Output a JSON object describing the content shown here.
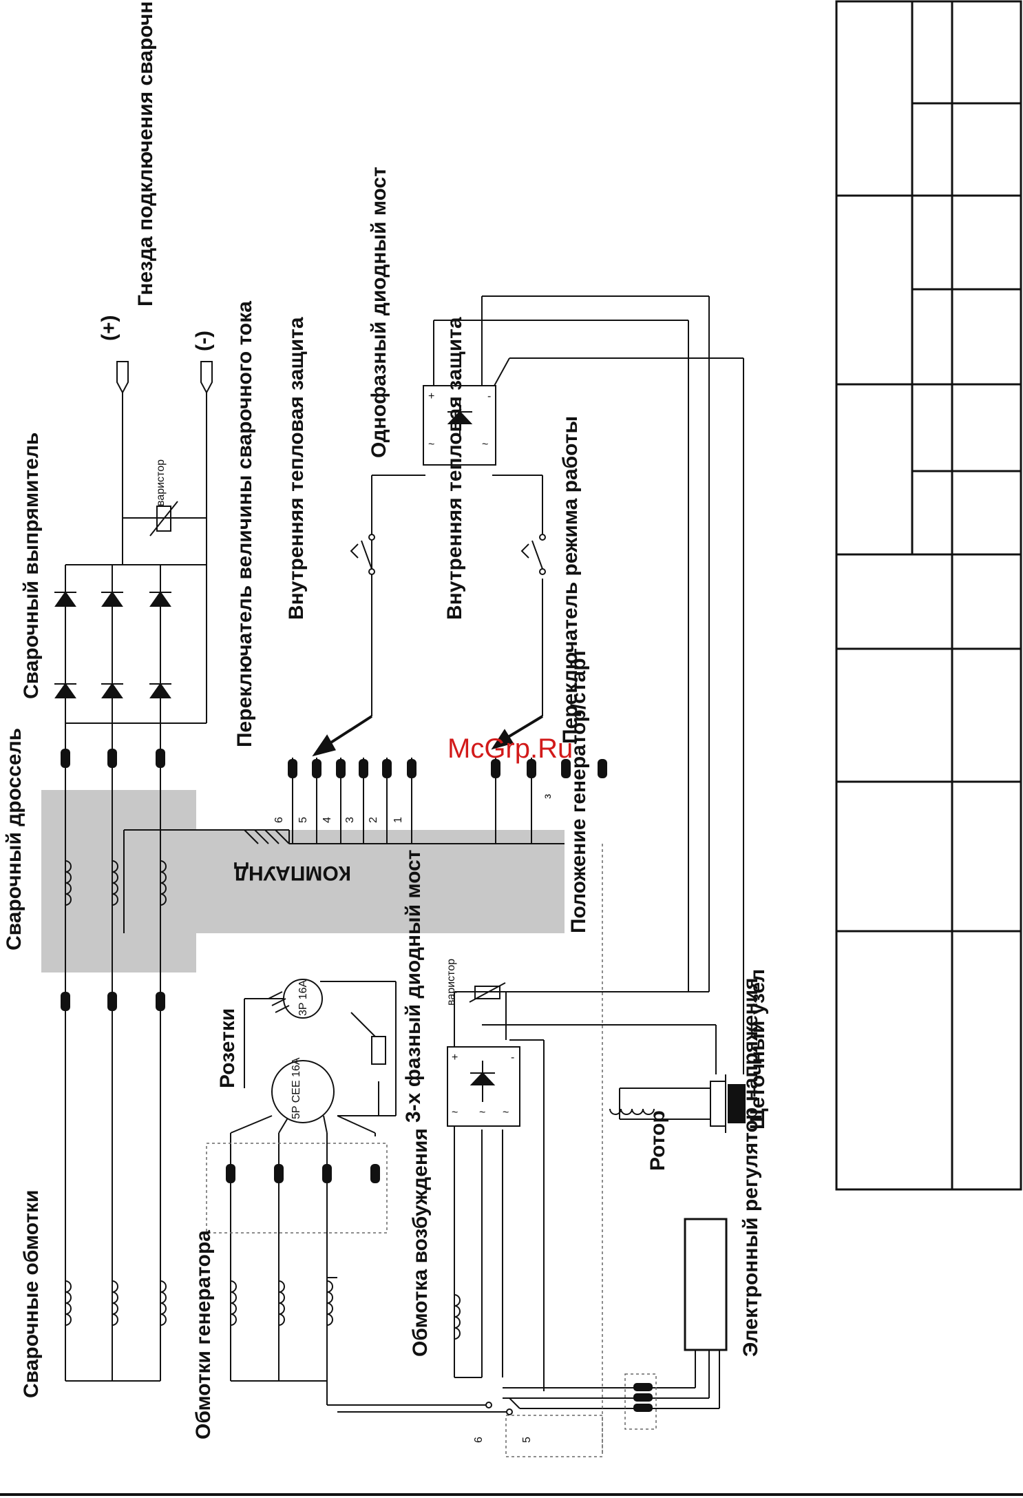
{
  "labels": {
    "sockets_title": "Гнезда подключения сварочных кабелей",
    "plus": "(+)",
    "minus": "(-)",
    "varistor_top": "варистор",
    "single_phase_bridge": "Однофазный диодный мост",
    "welding_rectifier": "Сварочный выпрямитель",
    "thermal_protection_1": "Внутренняя тепловая защита",
    "thermal_protection_2": "Внутренняя тепловая защита",
    "current_switch": "Переключатель величины сварочного тока",
    "mode_switch": "Переключатель режима работы",
    "welding_choke": "Сварочный дроссель",
    "compound": "КОМПАУНД",
    "gen_start_position": "Положение генератор/старт",
    "varistor_bottom": "варистор",
    "outlets": "Розетки",
    "outlet_5p": "5P CEE 16A",
    "outlet_3p": "3P 16A",
    "three_phase_bridge": "3-х фазный диодный мост",
    "rotor": "Ротор",
    "brush_unit": "Щеточный узел",
    "welding_windings": "Сварочные обмотки",
    "generator_windings": "Обмотки генератора",
    "excitation_winding": "Обмотка возбуждения",
    "voltage_regulator": "Электронный регулятор напряжения",
    "watermark": "McGrp.Ru"
  },
  "tap_numbers": [
    "6",
    "5",
    "4",
    "3",
    "2",
    "1"
  ],
  "switch_numbers": [
    "6",
    "5"
  ],
  "mode_mark": "з",
  "bridge_marks": {
    "plus": "+",
    "minus": "-",
    "ac": "~"
  }
}
